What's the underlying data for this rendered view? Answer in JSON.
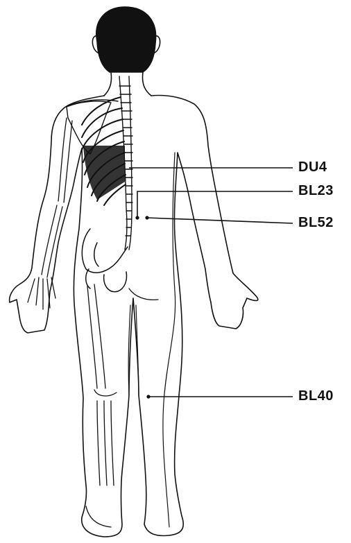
{
  "figure": {
    "ink_color": "#111111",
    "background": "#ffffff"
  },
  "points": [
    {
      "id": "du4",
      "label": "DU4"
    },
    {
      "id": "bl23",
      "label": "BL23"
    },
    {
      "id": "bl52",
      "label": "BL52"
    },
    {
      "id": "bl40",
      "label": "BL40"
    }
  ]
}
